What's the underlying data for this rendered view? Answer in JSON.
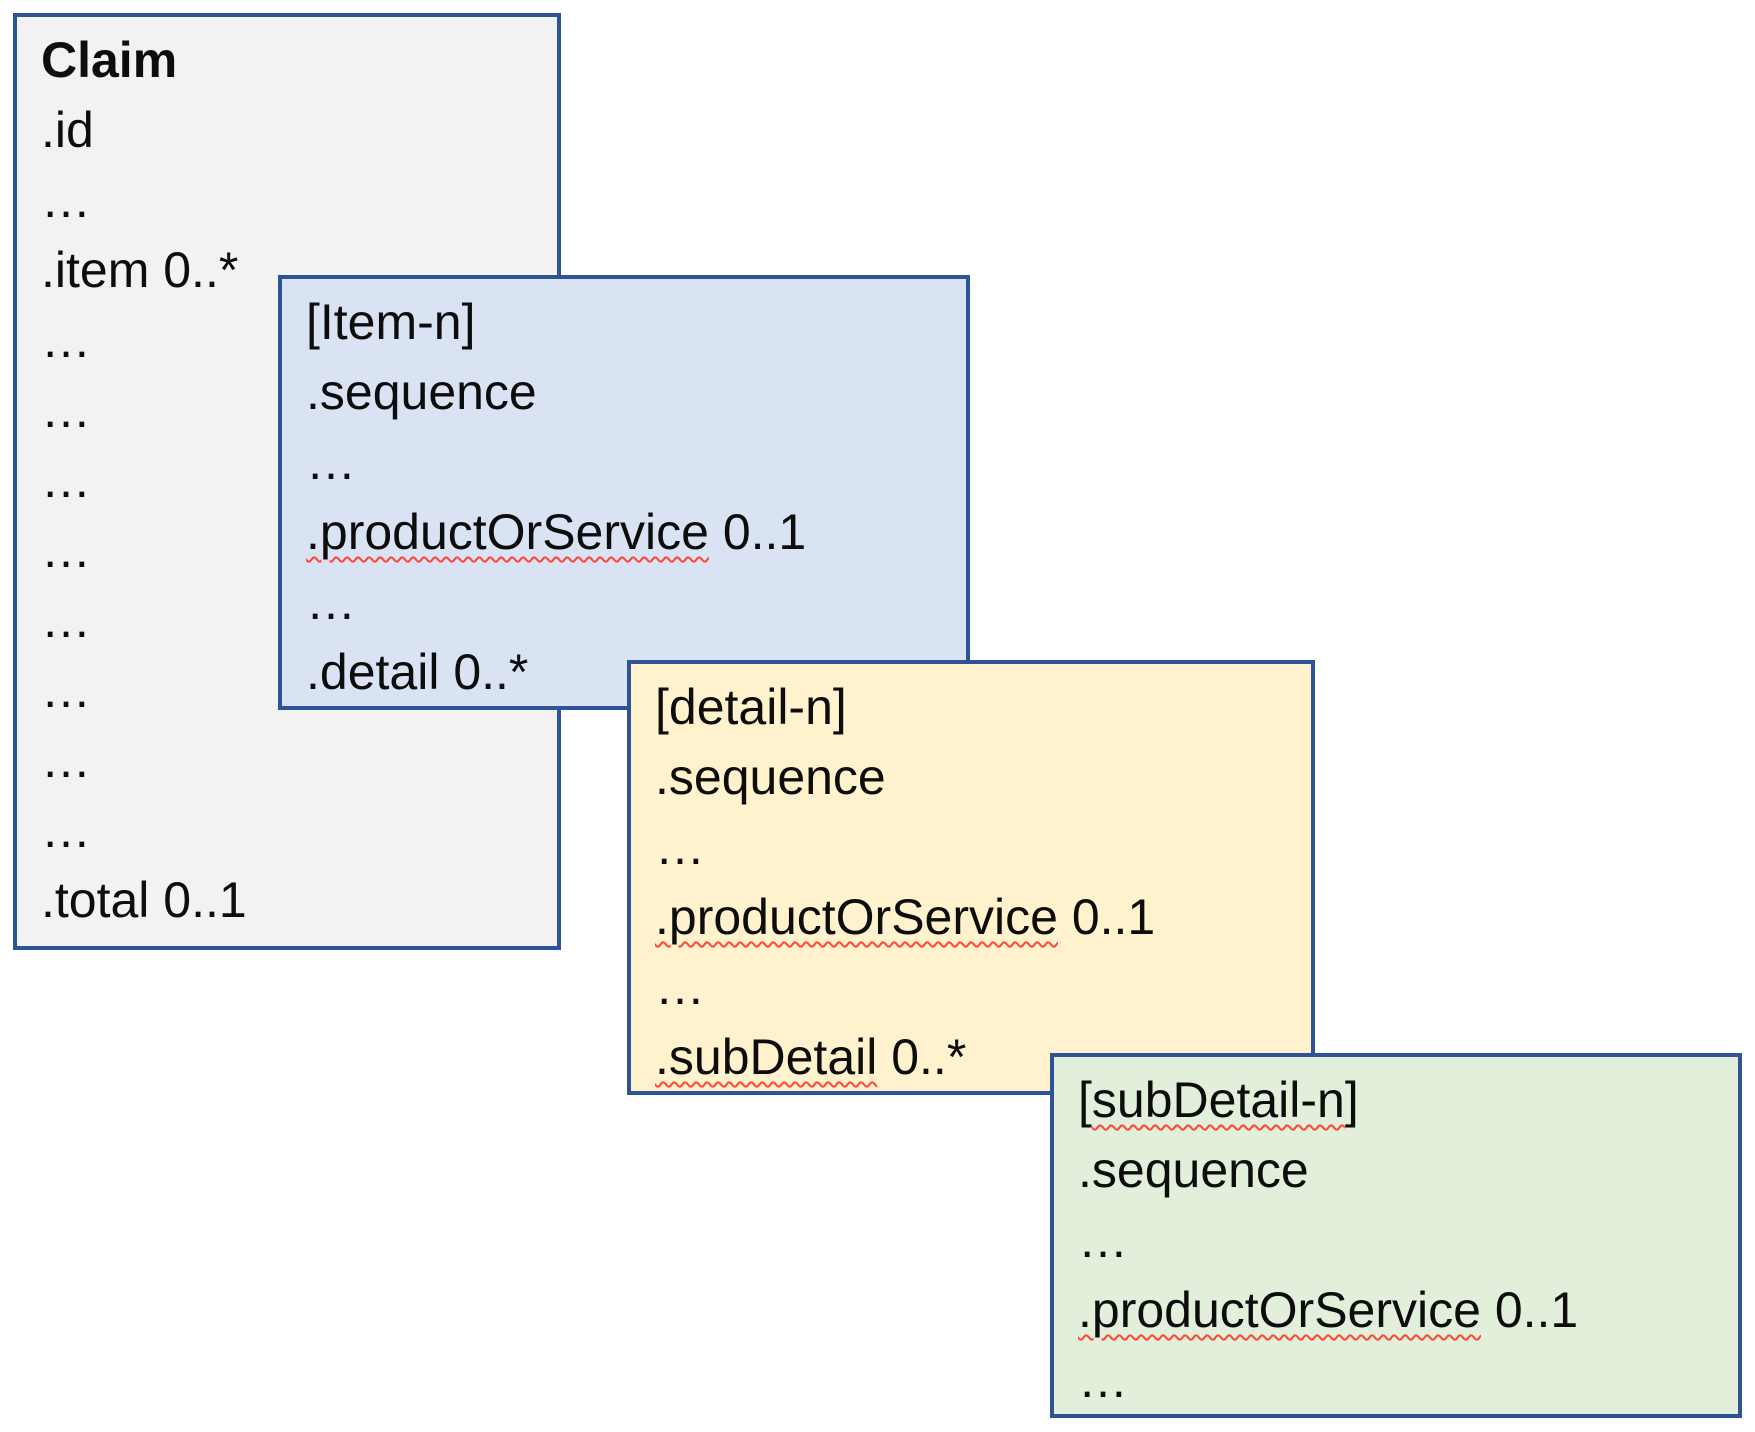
{
  "colors": {
    "box_border": "#2F5496",
    "text": "#0D0D0D",
    "squiggle": "#FF4538",
    "page_background": "#FFFFFF",
    "claim_fill": "#F2F2F2",
    "item_fill": "#DAE3F3",
    "detail_fill": "#FFF2CC",
    "subdetail_fill": "#E2EFDA"
  },
  "diagram": {
    "boxes": [
      {
        "name": "claim",
        "fill": "#F2F2F2",
        "lines": [
          {
            "style": "title",
            "bold": true,
            "parts": [
              {
                "t": "Claim"
              }
            ]
          },
          {
            "style": "field",
            "parts": [
              {
                "t": ".id"
              }
            ]
          },
          {
            "style": "ellipsis",
            "parts": [
              {
                "t": "…"
              }
            ]
          },
          {
            "style": "field",
            "parts": [
              {
                "t": ".item 0..*"
              }
            ]
          },
          {
            "style": "ellipsis",
            "parts": [
              {
                "t": "…"
              }
            ]
          },
          {
            "style": "ellipsis",
            "parts": [
              {
                "t": "…"
              }
            ]
          },
          {
            "style": "ellipsis",
            "parts": [
              {
                "t": "…"
              }
            ]
          },
          {
            "style": "ellipsis",
            "parts": [
              {
                "t": "…"
              }
            ]
          },
          {
            "style": "ellipsis",
            "parts": [
              {
                "t": "…"
              }
            ]
          },
          {
            "style": "ellipsis",
            "parts": [
              {
                "t": "…"
              }
            ]
          },
          {
            "style": "ellipsis",
            "parts": [
              {
                "t": "…"
              }
            ]
          },
          {
            "style": "ellipsis",
            "parts": [
              {
                "t": "…"
              }
            ]
          },
          {
            "style": "field",
            "parts": [
              {
                "t": ".total 0..1"
              }
            ]
          }
        ]
      },
      {
        "name": "item",
        "fill": "#DAE3F3",
        "lines": [
          {
            "style": "title",
            "parts": [
              {
                "t": "[Item-n]"
              }
            ]
          },
          {
            "style": "field",
            "parts": [
              {
                "t": ".sequence"
              }
            ]
          },
          {
            "style": "ellipsis",
            "parts": [
              {
                "t": "…"
              }
            ]
          },
          {
            "style": "field",
            "parts": [
              {
                "t": ".productOrService",
                "wavy": true
              },
              {
                "t": " 0..1"
              }
            ]
          },
          {
            "style": "ellipsis",
            "parts": [
              {
                "t": "…"
              }
            ]
          },
          {
            "style": "field",
            "parts": [
              {
                "t": ".detail 0..*"
              }
            ]
          }
        ]
      },
      {
        "name": "detail",
        "fill": "#FFF2CC",
        "lines": [
          {
            "style": "title",
            "parts": [
              {
                "t": "[detail-n]"
              }
            ]
          },
          {
            "style": "field",
            "parts": [
              {
                "t": ".sequence"
              }
            ]
          },
          {
            "style": "ellipsis",
            "parts": [
              {
                "t": "…"
              }
            ]
          },
          {
            "style": "field",
            "parts": [
              {
                "t": ".productOrService",
                "wavy": true
              },
              {
                "t": " 0..1"
              }
            ]
          },
          {
            "style": "ellipsis",
            "parts": [
              {
                "t": "…"
              }
            ]
          },
          {
            "style": "field",
            "parts": [
              {
                "t": ".subDetail",
                "wavy": true
              },
              {
                "t": " 0..*"
              }
            ]
          }
        ]
      },
      {
        "name": "subdetail",
        "fill": "#E2EFDA",
        "lines": [
          {
            "style": "title",
            "parts": [
              {
                "t": "["
              },
              {
                "t": "subDetail-n",
                "wavy": true
              },
              {
                "t": "]"
              }
            ]
          },
          {
            "style": "field",
            "parts": [
              {
                "t": ".sequence"
              }
            ]
          },
          {
            "style": "ellipsis",
            "parts": [
              {
                "t": "…"
              }
            ]
          },
          {
            "style": "field",
            "parts": [
              {
                "t": ".productOrService",
                "wavy": true
              },
              {
                "t": " 0..1"
              }
            ]
          },
          {
            "style": "ellipsis",
            "parts": [
              {
                "t": "…"
              }
            ]
          }
        ]
      }
    ]
  }
}
